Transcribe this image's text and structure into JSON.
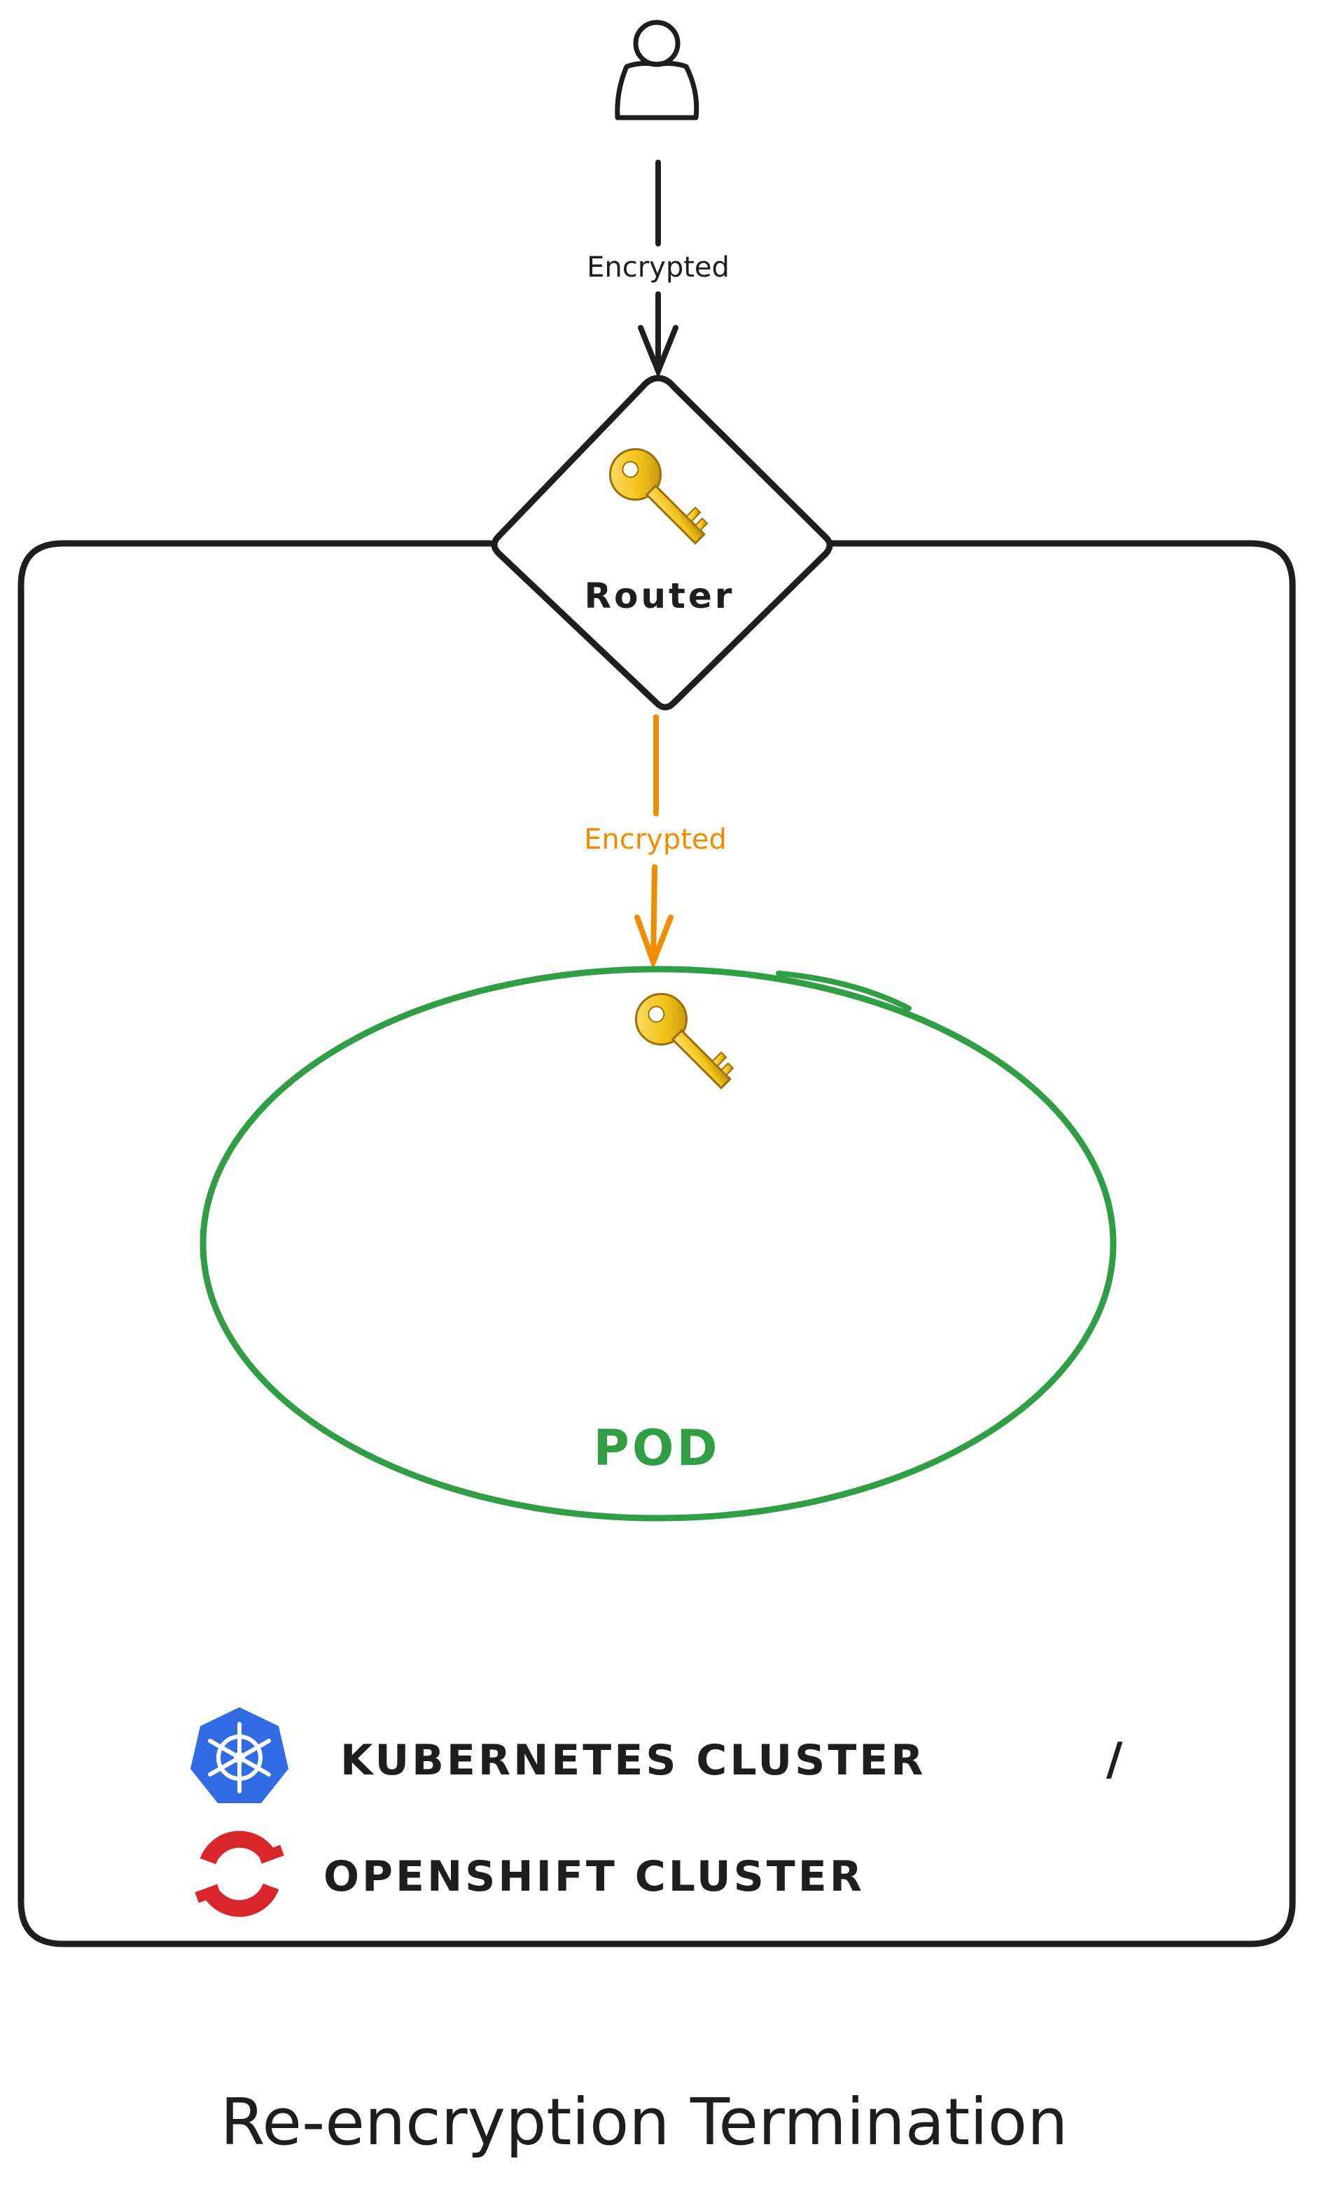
{
  "labels": {
    "edge_user_router": "Encrypted",
    "edge_router_pod": "Encrypted",
    "router": "Router",
    "pod": "POD",
    "kubernetes": "KUBERNETES CLUSTER",
    "separator": "/",
    "openshift": "OPENSHIFT CLUSTER",
    "caption": "Re-encryption Termination"
  },
  "icons": {
    "user": "user-icon",
    "router_key": "key-icon",
    "pod_key": "key-icon",
    "kubernetes": "kubernetes-icon",
    "openshift": "openshift-icon"
  },
  "colors": {
    "stroke": "#1e1e1e",
    "encrypted_secondary": "#f08c00",
    "pod": "#2f9e44",
    "key_gold": "#f2c318",
    "kubernetes_blue": "#326ce5",
    "openshift_red": "#d9262c"
  }
}
